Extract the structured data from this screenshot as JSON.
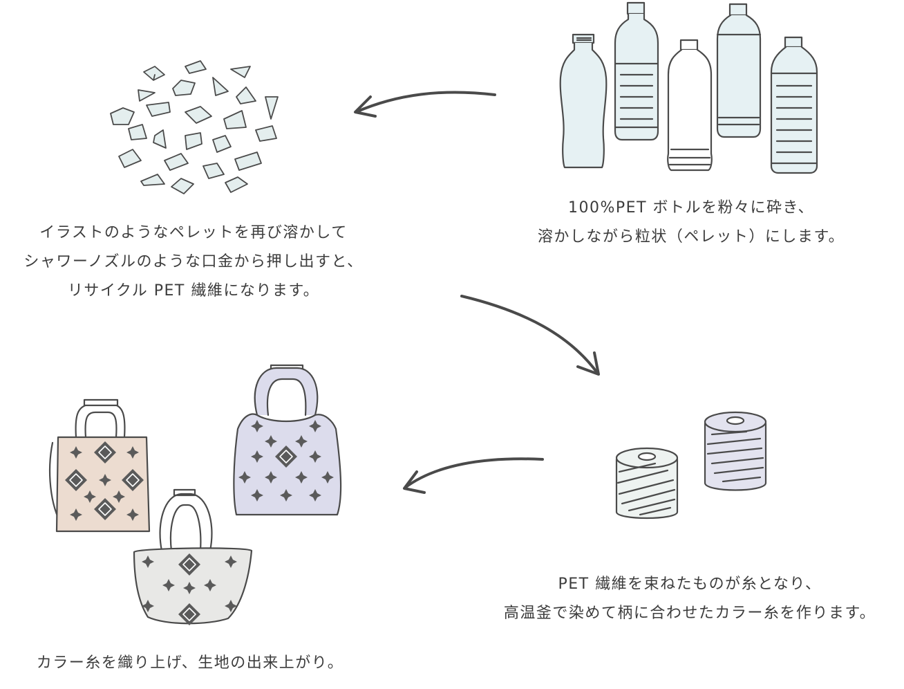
{
  "steps": [
    {
      "id": "bottles",
      "lines": [
        "100%PET ボトルを粉々に砕き、",
        "溶かしながら粒状（ペレット）にします。"
      ]
    },
    {
      "id": "pellets",
      "lines": [
        "イラストのようなペレットを再び溶かして",
        "シャワーノズルのような口金から押し出すと、",
        "リサイクル PET 繊維になります。"
      ]
    },
    {
      "id": "yarn",
      "lines": [
        "PET 繊維を束ねたものが糸となり、",
        "高温釜で染めて柄に合わせたカラー糸を作ります。"
      ]
    },
    {
      "id": "bags",
      "lines": [
        "カラー糸を織り上げ、生地の出来上がり。"
      ]
    }
  ],
  "colors": {
    "ink": "#4a4a4a",
    "bottle_fill": "#e6f1f3",
    "pellet_fill": "#e4eeee",
    "yarn_left": "#eef3f1",
    "yarn_right": "#e3e3ef",
    "bag_beige": "#ecdcd0",
    "bag_lavender": "#dcdcec",
    "bag_gray": "#e8e8e6"
  }
}
